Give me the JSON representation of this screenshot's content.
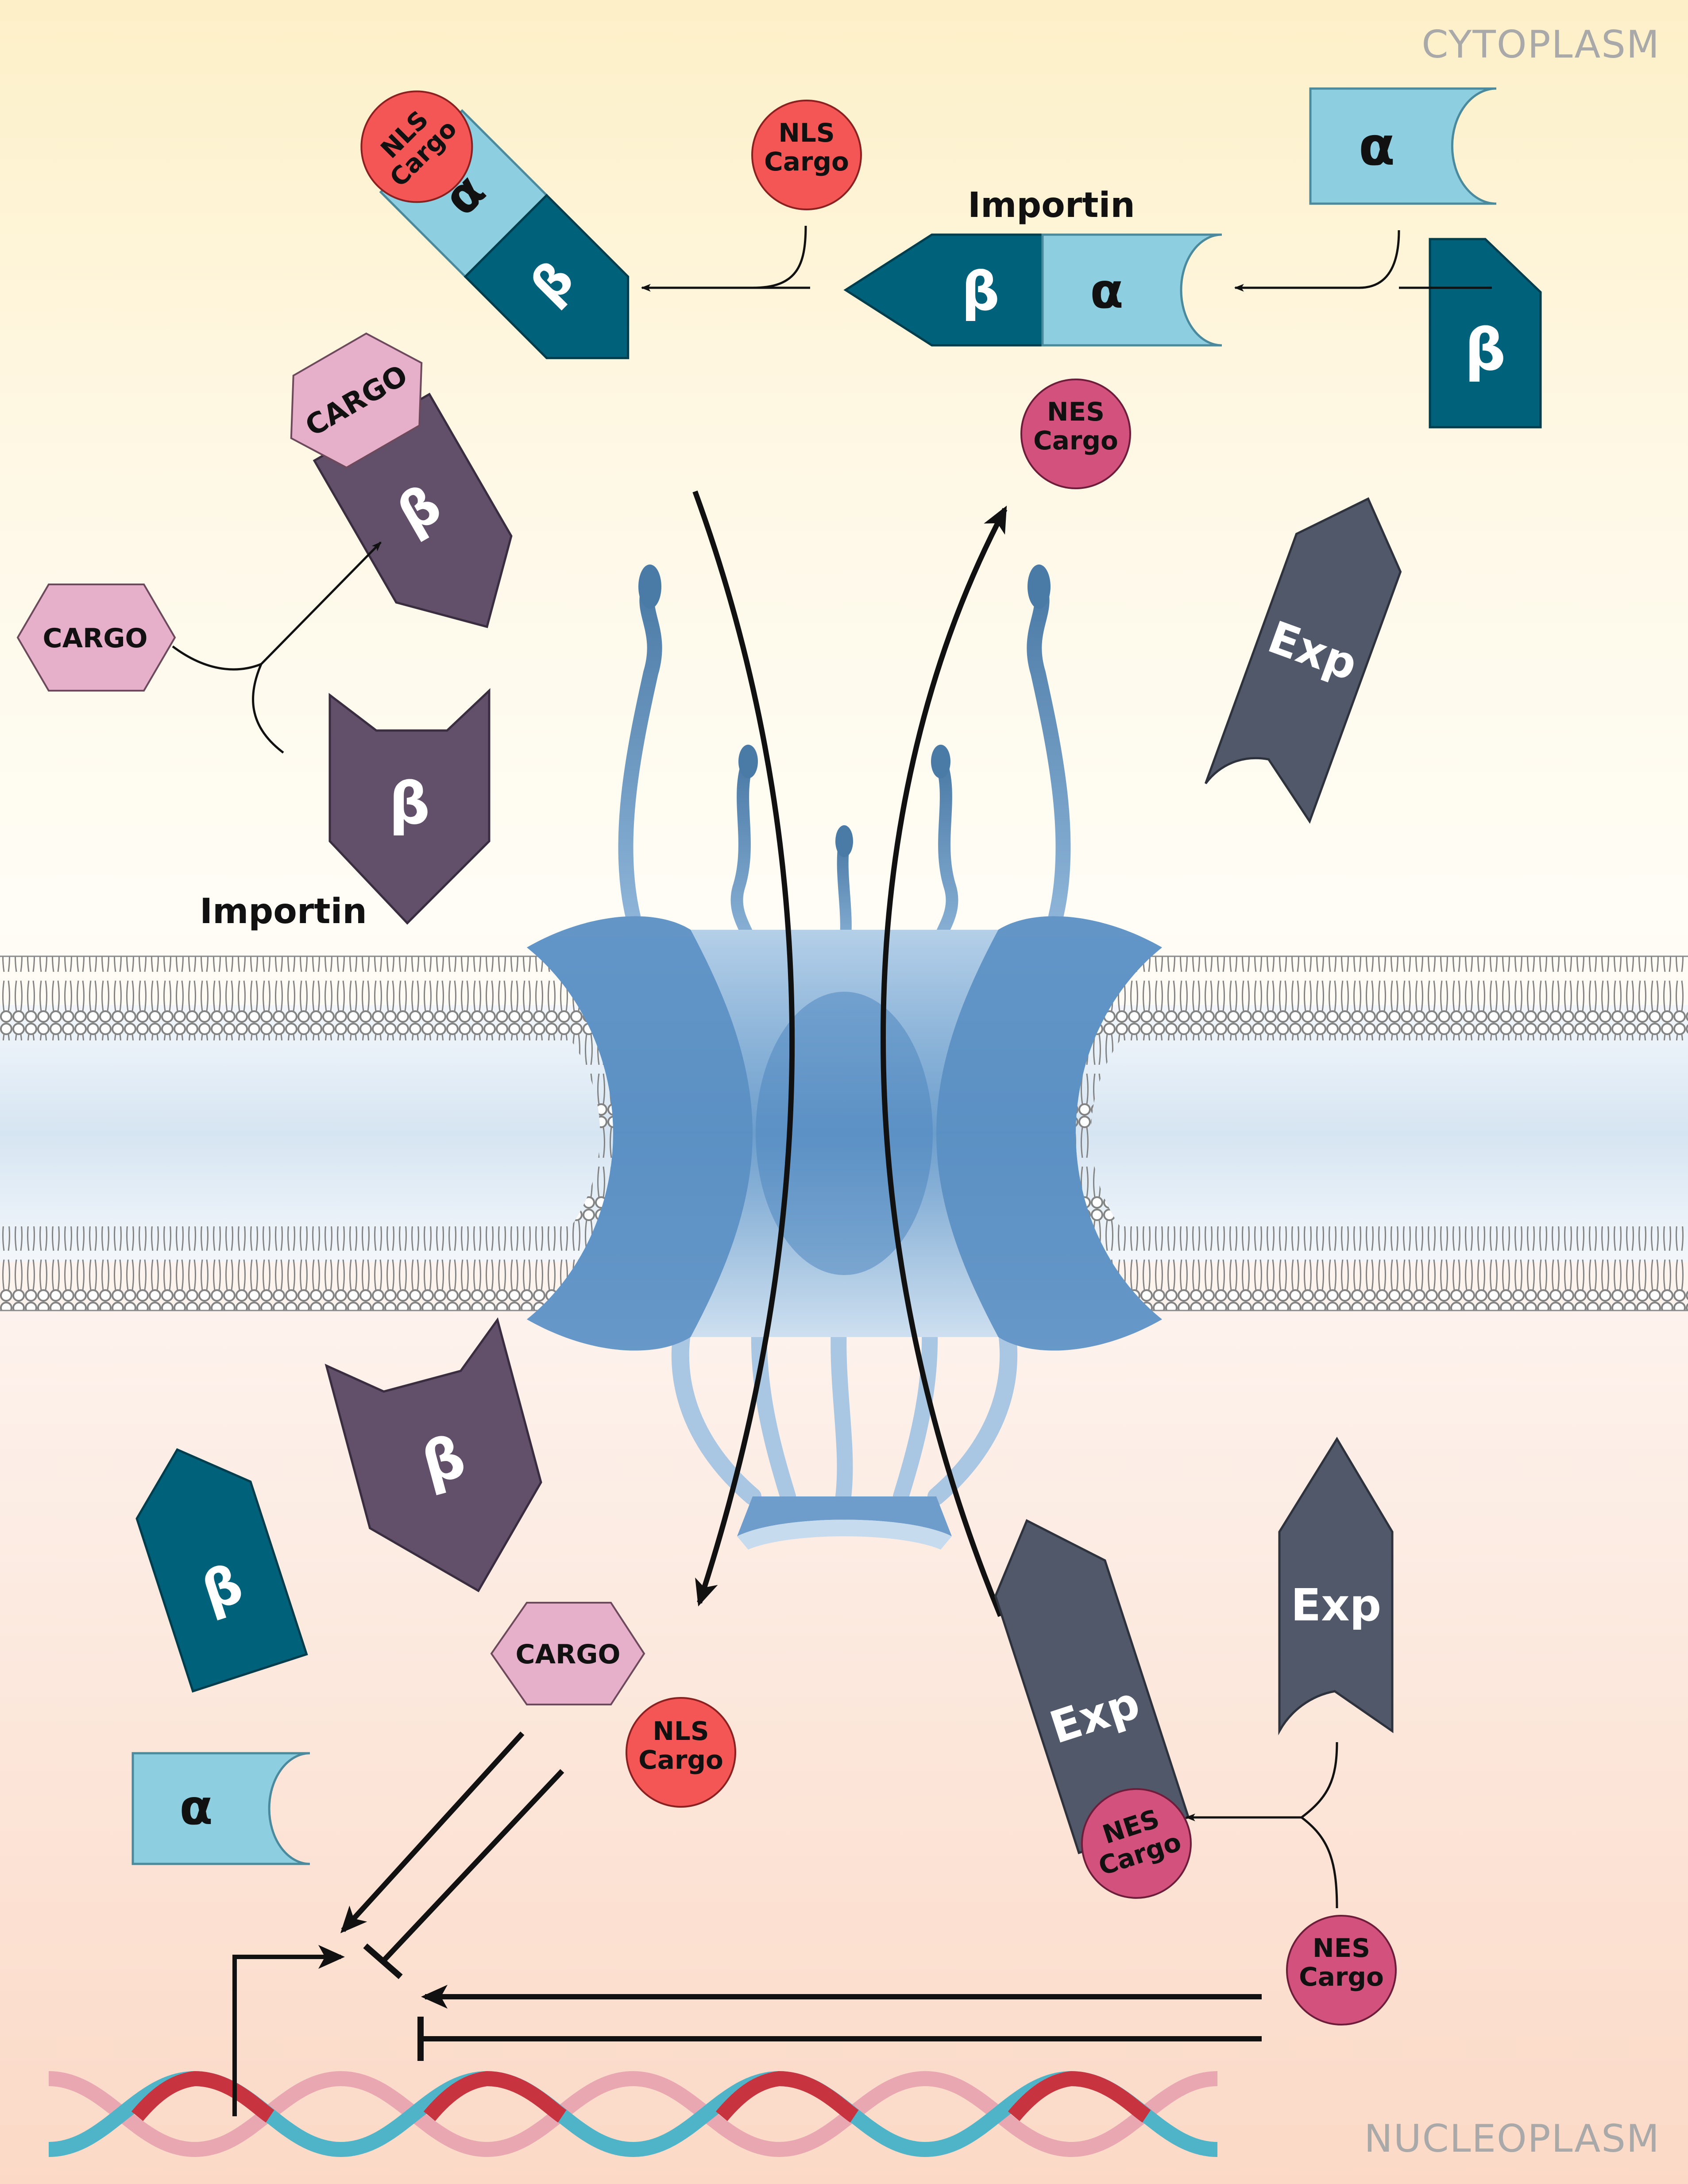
{
  "regions": {
    "top": "CYTOPLASM",
    "bottom": "NUCLEOPLASM"
  },
  "labels": {
    "importin_left": "Importin",
    "importin_top": "Importin"
  },
  "greek": {
    "alpha": "α",
    "beta": "β"
  },
  "exp": "Exp",
  "cargo": "CARGO",
  "nls": {
    "line1": "NLS",
    "line2": "Cargo"
  },
  "nes": {
    "line1": "NES",
    "line2": "Cargo"
  },
  "colors": {
    "alpha": "#8dcfe0",
    "beta_teal": "#00617a",
    "beta_purple": "#62506a",
    "exportin": "#505869",
    "cargo_pink": "#e6b0cb",
    "nls_red": "#f45656",
    "nes_magenta": "#d2527d",
    "pore_blue": "#5f95c6"
  }
}
